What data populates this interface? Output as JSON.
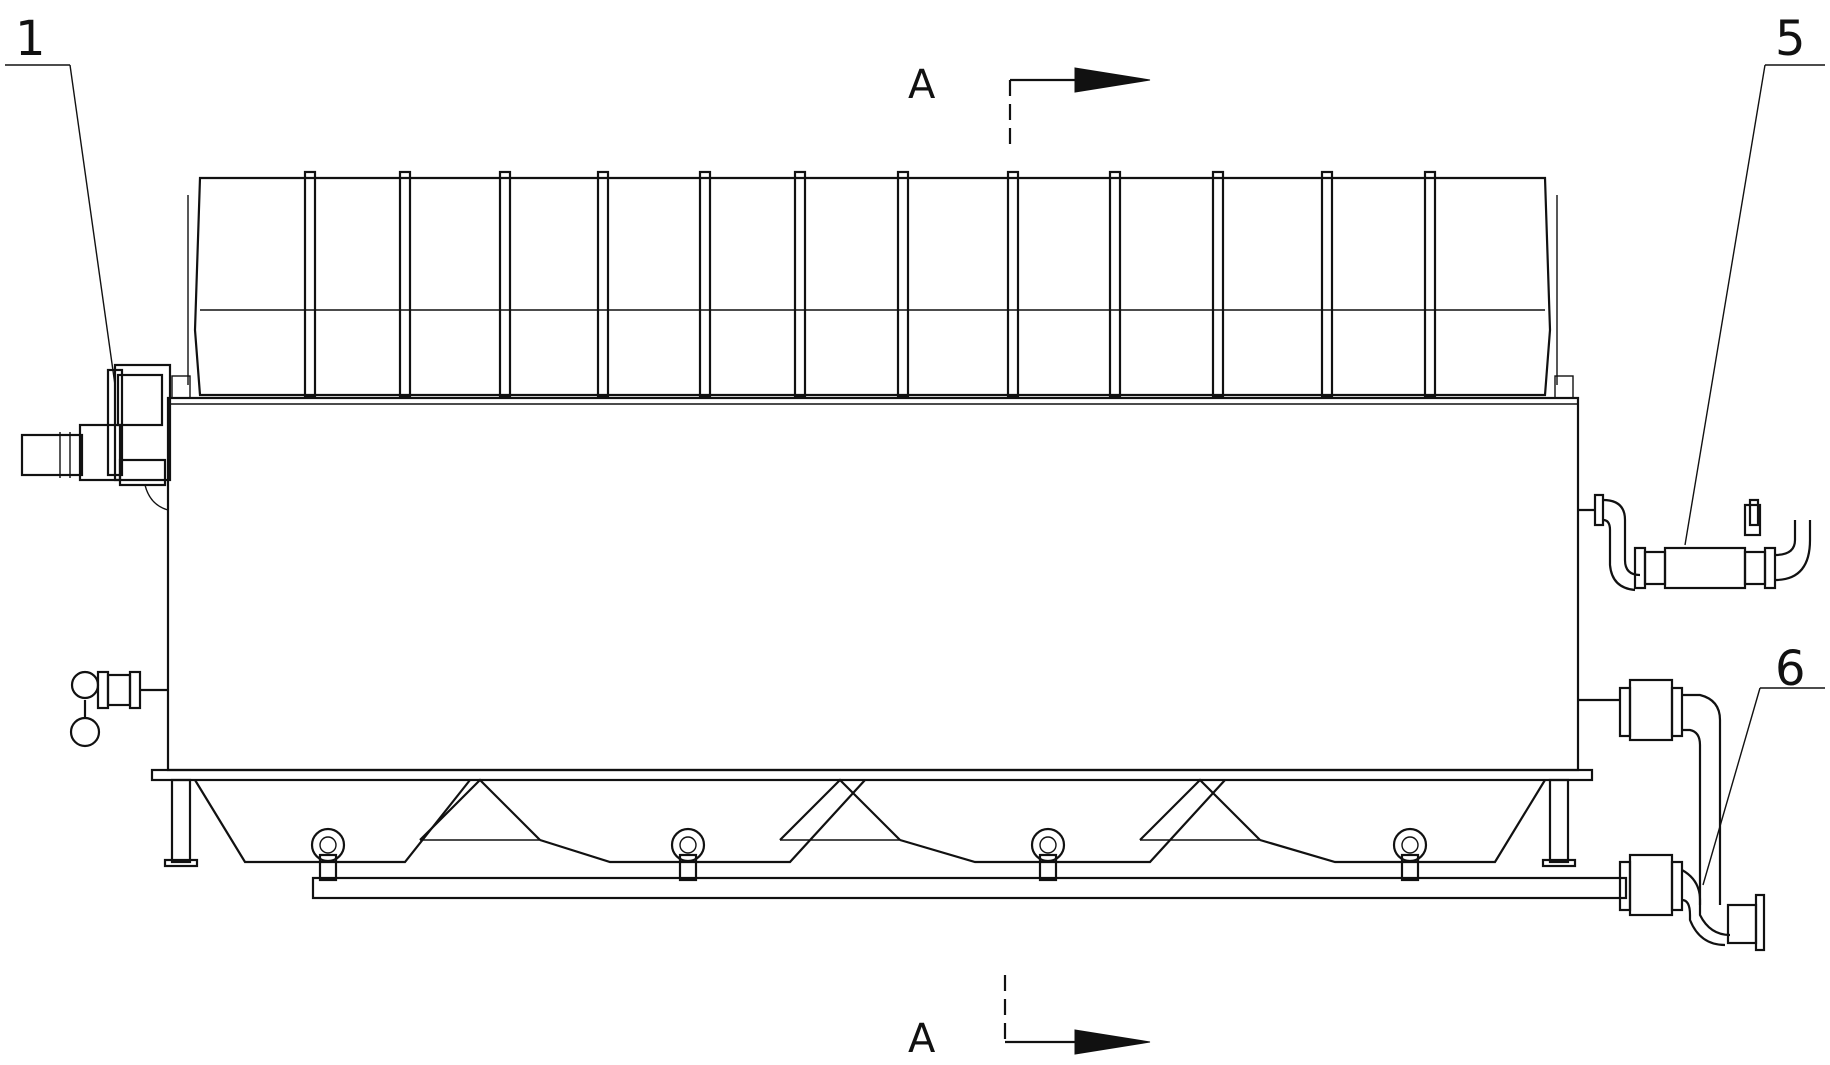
{
  "section_marks": {
    "top_label": "A",
    "bottom_label": "A"
  },
  "callouts": [
    {
      "id": "1",
      "label": "1"
    },
    {
      "id": "5",
      "label": "5"
    },
    {
      "id": "6",
      "label": "6"
    }
  ]
}
